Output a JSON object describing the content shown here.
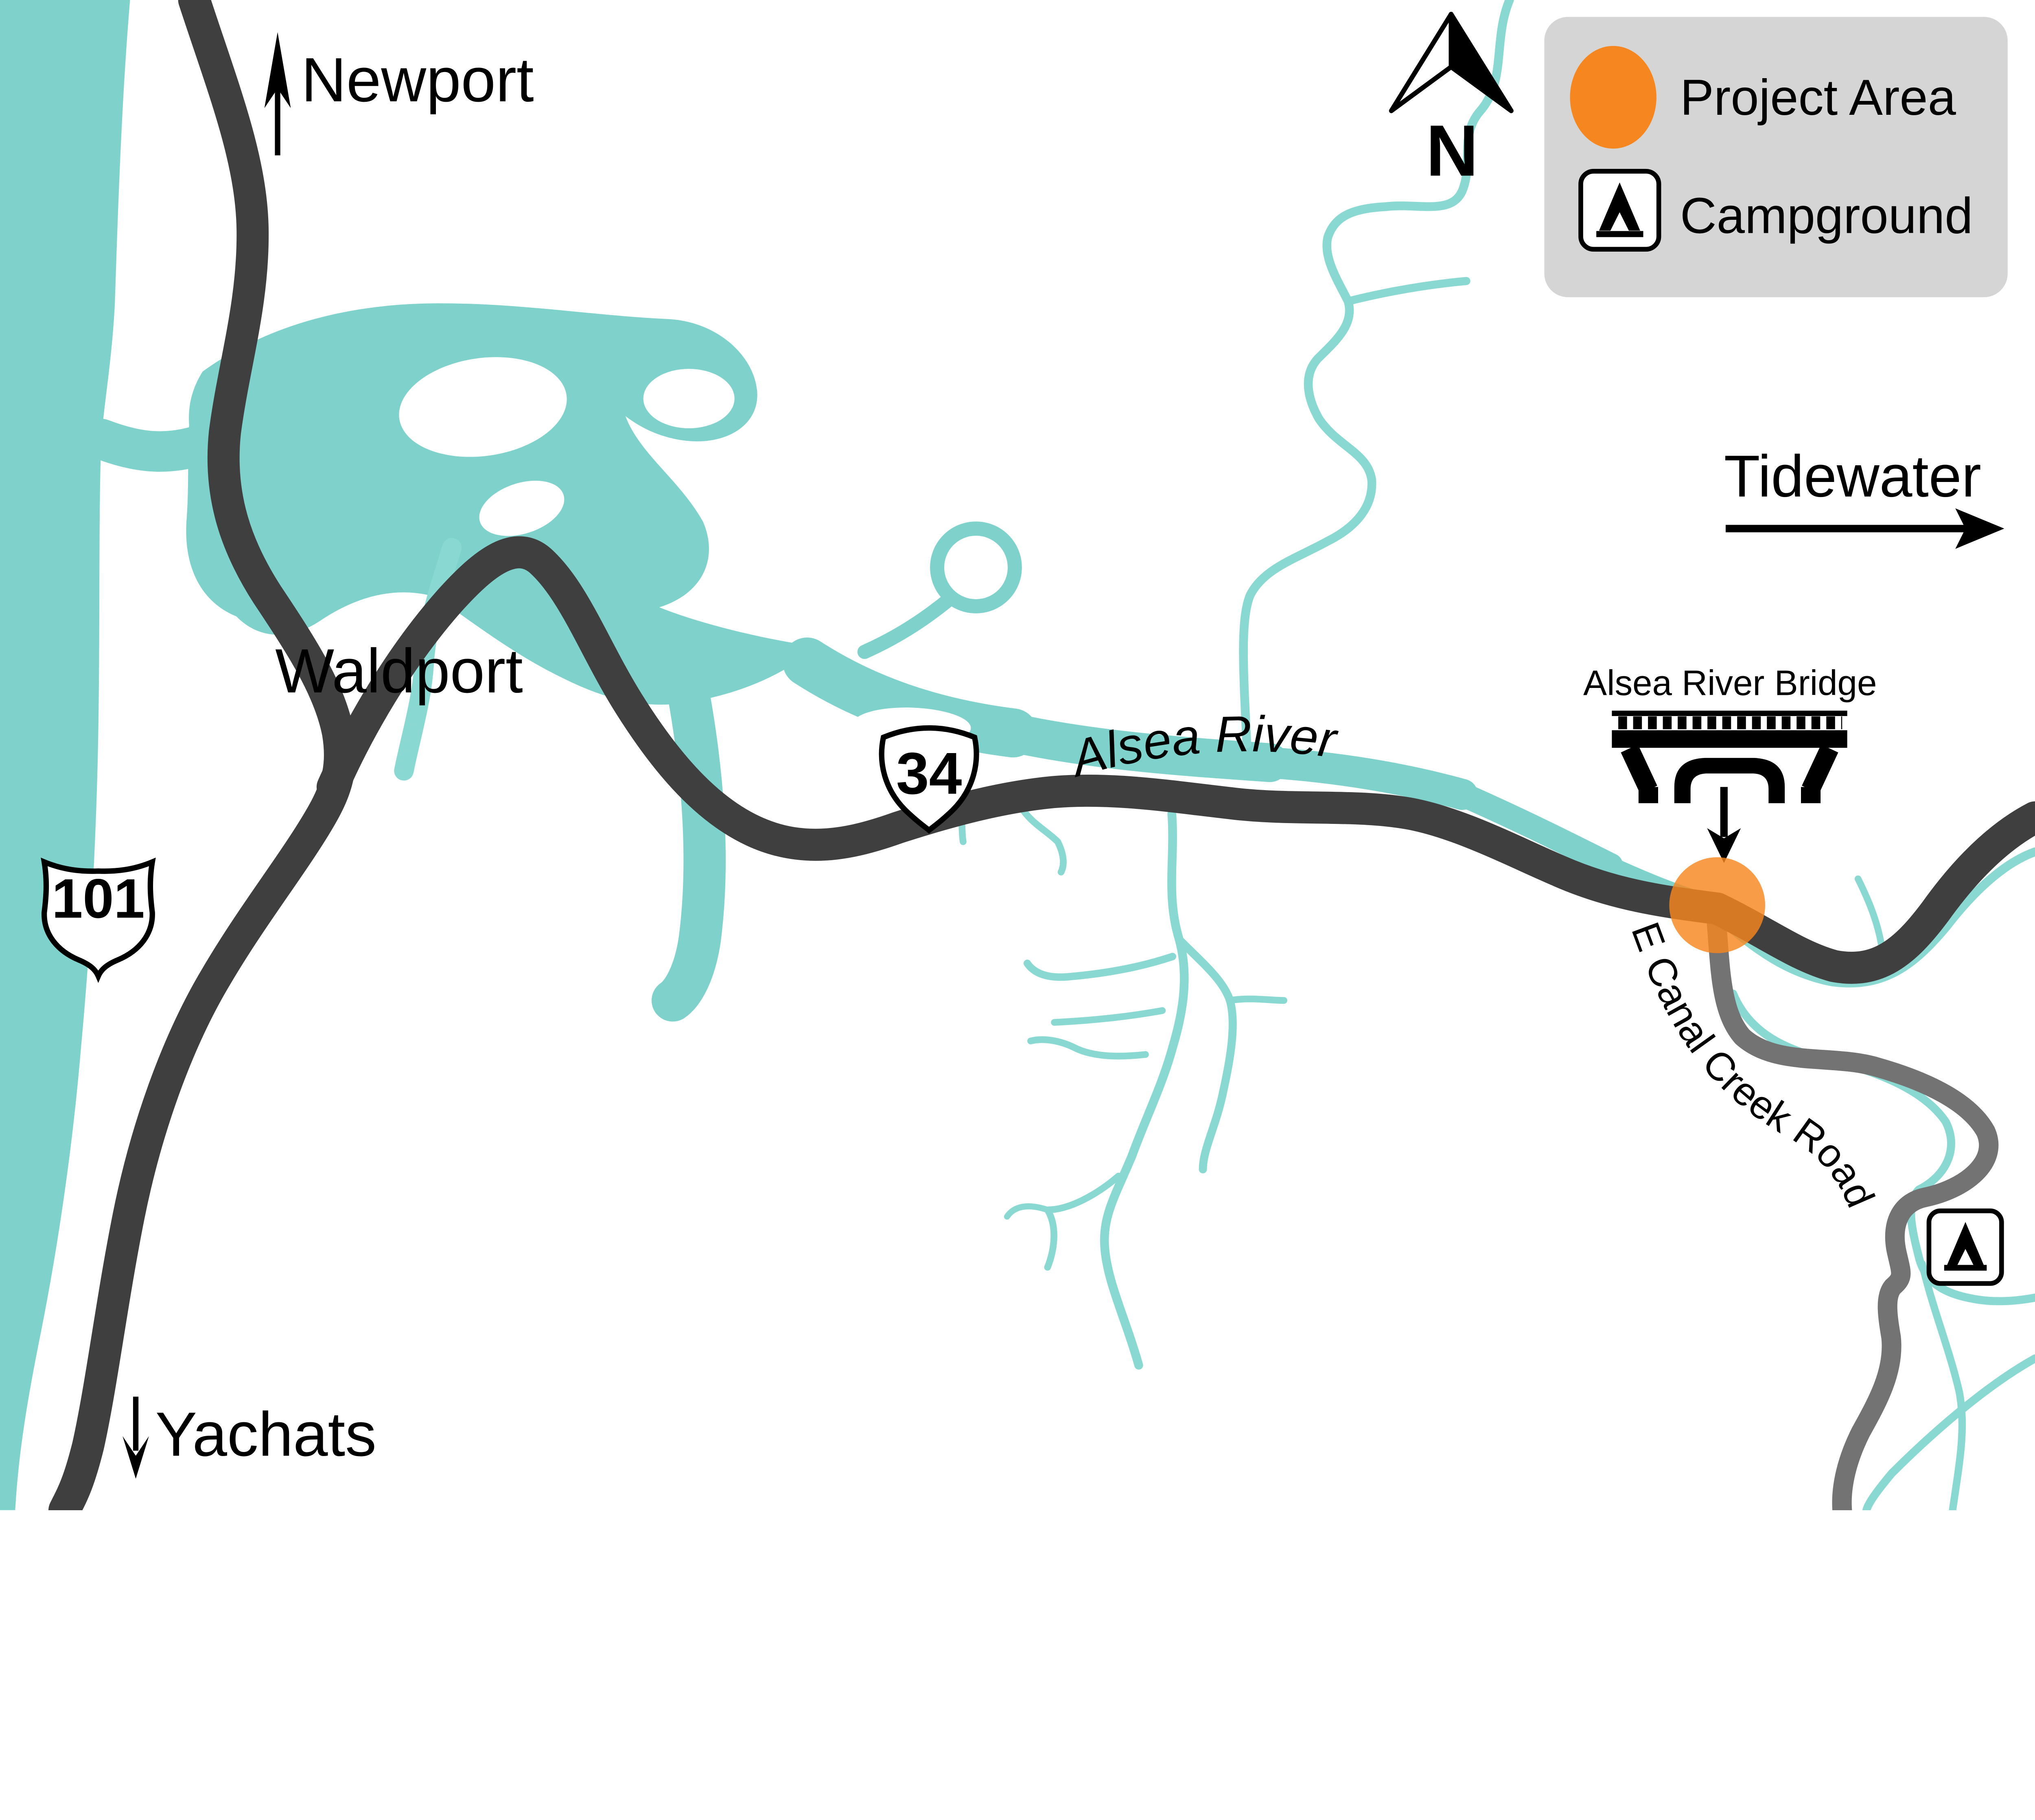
{
  "map": {
    "labels": {
      "newport": "Newport",
      "waldport": "Waldport",
      "yachats": "Yachats",
      "tidewater": "Tidewater",
      "alsea_river": "Alsea River",
      "alsea_river_bridge": "Alsea River Bridge",
      "e_canal_creek_road": "E Canal Creek Road",
      "north": "N"
    },
    "route_shields": {
      "us_101": "101",
      "or_34": "34"
    },
    "legend": {
      "project_area": "Project Area",
      "campground": "Campground"
    },
    "colors": {
      "water": "#7ed2cb",
      "creek": "#8ad8d2",
      "highway": "#3f3f3f",
      "local_road": "#737373",
      "project_orange": "#f6861f",
      "legend_bg": "#d5d5d5",
      "ink": "#000000",
      "background": "#ffffff"
    }
  }
}
